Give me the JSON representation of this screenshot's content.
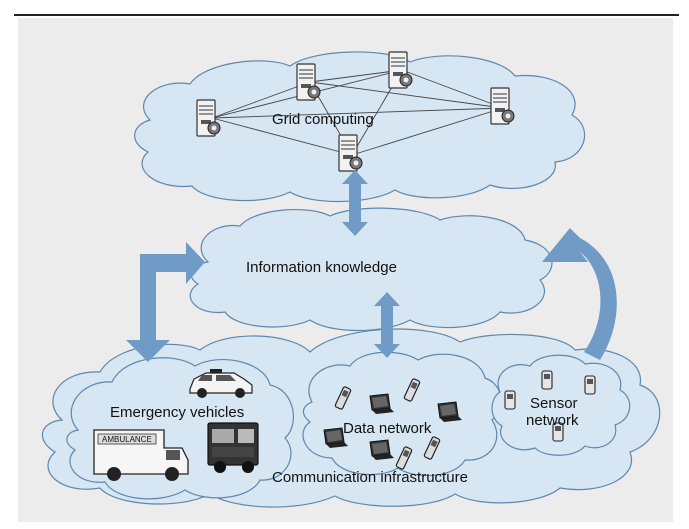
{
  "labels": {
    "grid": "Grid computing",
    "info": "Information knowledge",
    "emergency": "Emergency vehicles",
    "data": "Data network",
    "sensor1": "Sensor",
    "sensor2": "network",
    "comm": "Communication infrastructure",
    "ambulance": "AMBULANCE"
  },
  "colors": {
    "cloud_fill": "#d7e6f3",
    "cloud_stroke": "#5f87ad",
    "arrow": "#6f9bc6",
    "panel": "#ececec"
  },
  "icons": [
    "server-icon",
    "laptop-icon",
    "cellphone-icon",
    "sensor-icon",
    "police-car-icon",
    "ambulance-icon",
    "truck-icon"
  ]
}
